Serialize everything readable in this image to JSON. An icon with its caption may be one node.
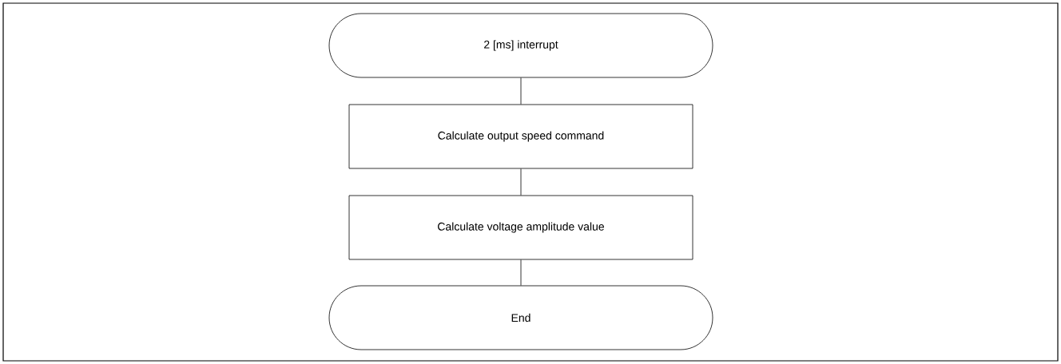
{
  "diagram": {
    "nodes": [
      {
        "text": [
          "2 [ms] interrupt"
        ]
      },
      {
        "text": [
          "Calculate output speed command"
        ]
      },
      {
        "text": [
          "Calculate voltage amplitude value"
        ]
      },
      {
        "text": [
          "End"
        ]
      }
    ],
    "edges": [
      {
        "from": 0,
        "to": 1,
        "arrow": "none"
      },
      {
        "from": 1,
        "to": 2,
        "arrow": "none"
      },
      {
        "from": 2,
        "to": 3,
        "arrow": "none"
      }
    ]
  }
}
